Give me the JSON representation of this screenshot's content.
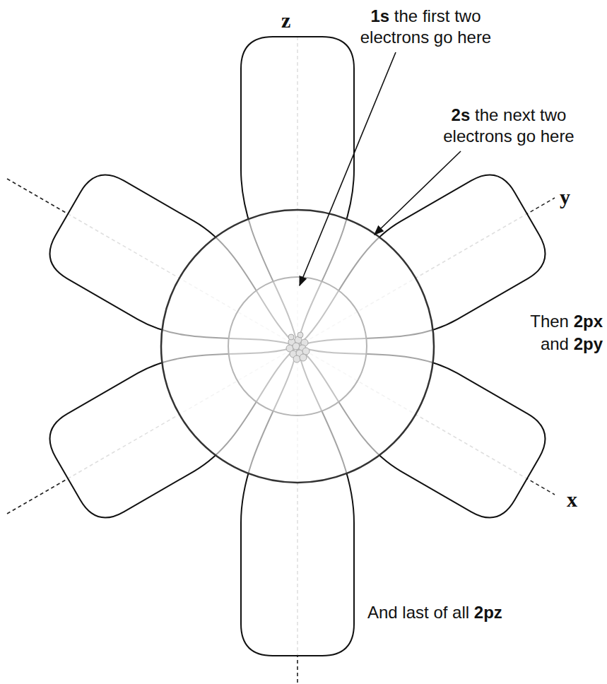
{
  "diagram": {
    "labels": [
      "z",
      "y",
      "x",
      "1s",
      "the first two electrons go here",
      "2s",
      "the next two electrons go here",
      "Then",
      "2px",
      "and",
      "2py",
      "And last of all",
      "2pz"
    ]
  }
}
